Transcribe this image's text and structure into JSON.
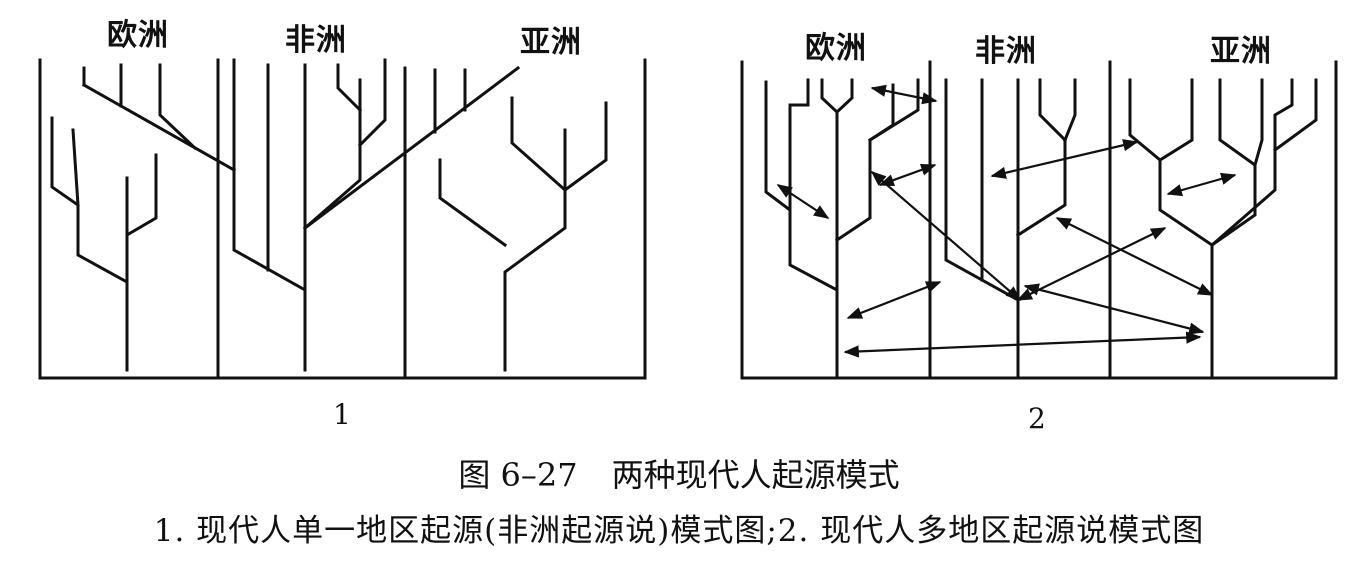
{
  "panel1": {
    "number": "1",
    "regions": [
      "欧洲",
      "非洲",
      "亚洲"
    ]
  },
  "panel2": {
    "number": "2",
    "regions": [
      "欧洲",
      "非洲",
      "亚洲"
    ]
  },
  "caption": {
    "figure_number": "图 6–27",
    "title": "两种现代人起源模式",
    "description": "1. 现代人单一地区起源(非洲起源说)模式图;2. 现代人多地区起源说模式图"
  },
  "colors": {
    "ink": "#111111",
    "background": "#ffffff"
  }
}
